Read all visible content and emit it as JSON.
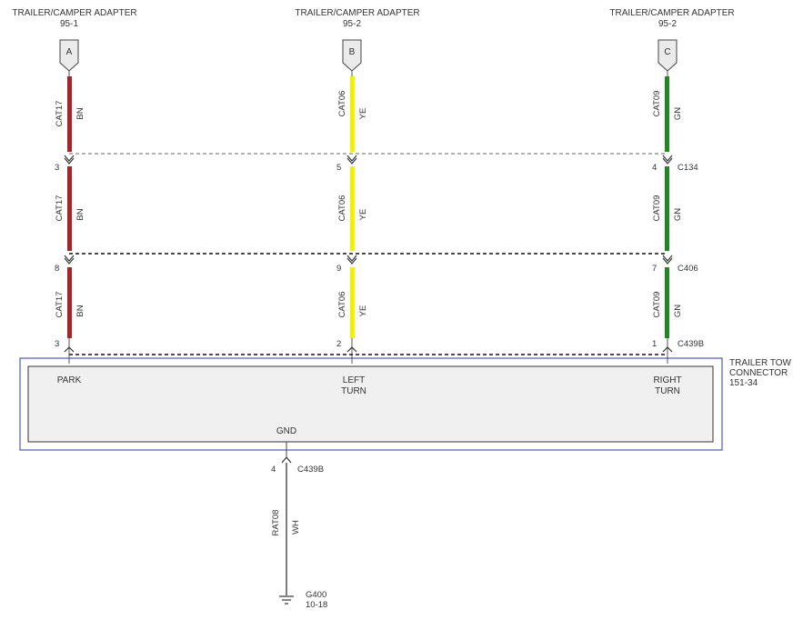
{
  "colors": {
    "brown": "#a0282a",
    "yellow": "#f2f200",
    "green": "#1e8a1e",
    "white_wire": "#444444",
    "box_border": "#2a35c8",
    "box_fill": "#f0f0f0"
  },
  "adapters": [
    {
      "title": "TRAILER/CAMPER ADAPTER",
      "ref": "95-1",
      "pin": "A"
    },
    {
      "title": "TRAILER/CAMPER ADAPTER",
      "ref": "95-2",
      "pin": "B"
    },
    {
      "title": "TRAILER/CAMPER ADAPTER",
      "ref": "95-2",
      "pin": "C"
    }
  ],
  "wires": [
    {
      "circuit": "CAT17",
      "color_code": "BN",
      "color": "brown",
      "pins": [
        "3",
        "8",
        "3"
      ]
    },
    {
      "circuit": "CAT06",
      "color_code": "YE",
      "color": "yellow",
      "pins": [
        "5",
        "9",
        "2"
      ]
    },
    {
      "circuit": "CAT09",
      "color_code": "GN",
      "color": "green",
      "pins": [
        "4",
        "7",
        "1"
      ]
    }
  ],
  "connectors": [
    "C134",
    "C406",
    "C439B"
  ],
  "component": {
    "name_line1": "TRAILER TOW",
    "name_line2": "CONNECTOR",
    "ref": "151-34",
    "pins": [
      {
        "line1": "PARK",
        "line2": ""
      },
      {
        "line1": "LEFT",
        "line2": "TURN"
      },
      {
        "line1": "RIGHT",
        "line2": "TURN"
      }
    ],
    "gnd_label": "GND"
  },
  "ground": {
    "pin": "4",
    "connector": "C439B",
    "circuit": "RAT08",
    "color_code": "WH",
    "name": "G400",
    "ref": "10-18"
  }
}
